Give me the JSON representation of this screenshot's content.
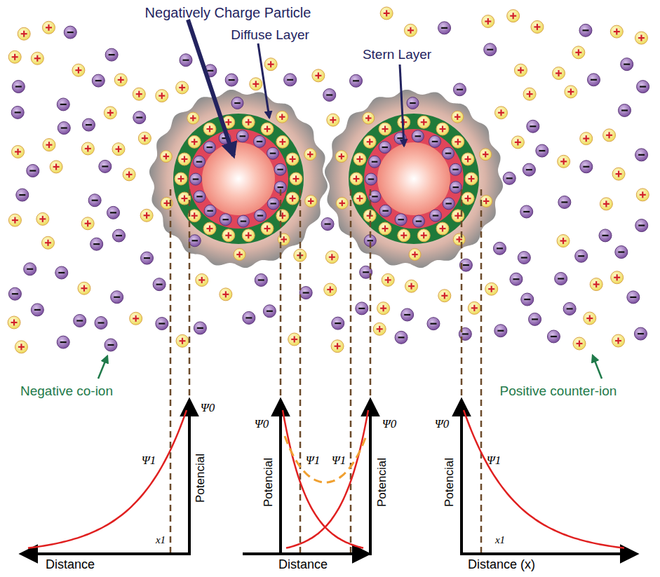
{
  "diagram": {
    "labels": [
      "Negatively Charge Particle",
      "Diffuse Layer",
      "Stern Layer",
      "Negative co-ion",
      "Positive counter-ion",
      "Ψ0",
      "Ψ1",
      "x1",
      "Potencial",
      "Distance",
      "Ψ0",
      "Ψ1",
      "Ψ1",
      "Ψ0",
      "Potencial",
      "Potencial",
      "Distance",
      "Ψ0",
      "Ψ1",
      "x1",
      "Potencial",
      "Distance (x)"
    ]
  }
}
